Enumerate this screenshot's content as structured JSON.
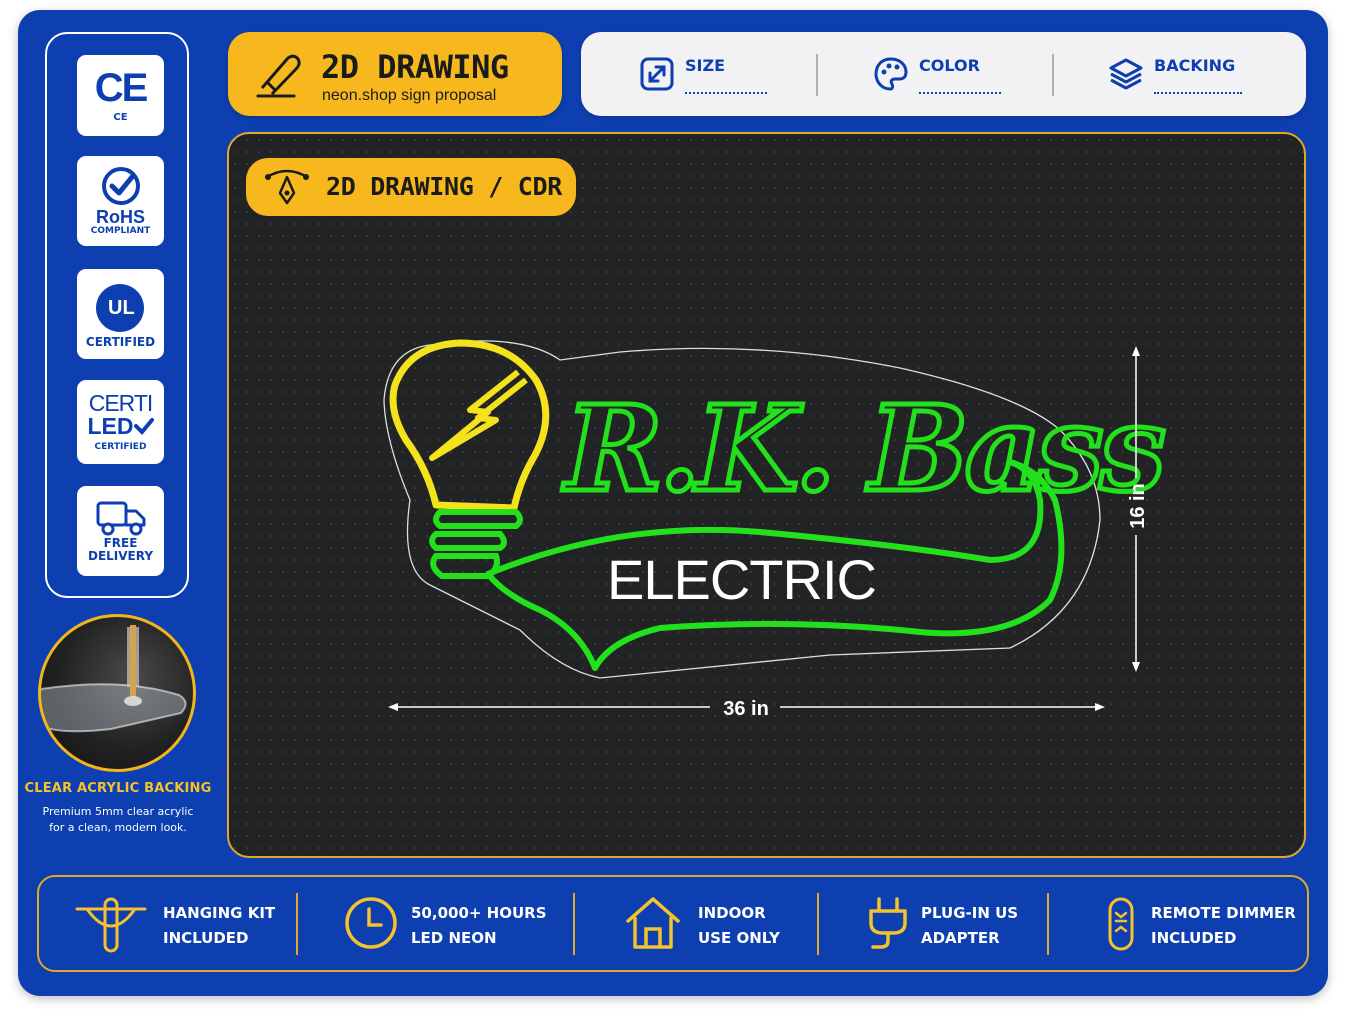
{
  "certifications": [
    {
      "key": "ce",
      "mark": "CE",
      "label": "CE"
    },
    {
      "key": "rohs",
      "mark": "RoHS",
      "label": "COMPLIANT"
    },
    {
      "key": "ul",
      "mark": "UL",
      "label": "CERTIFIED"
    },
    {
      "key": "certiled",
      "mark_top": "CERTI",
      "mark_bottom": "LED",
      "label": "CERTIFIED"
    },
    {
      "key": "delivery",
      "label_top": "FREE",
      "label_bottom": "DELIVERY"
    }
  ],
  "backing_feature": {
    "title": "CLEAR ACRYLIC BACKING",
    "description_line1": "Premium 5mm clear acrylic",
    "description_line2": "for a clean, modern look."
  },
  "header": {
    "title": "2D DRAWING",
    "subtitle": "neon.shop sign proposal"
  },
  "specs": [
    {
      "label": "SIZE",
      "icon": "resize-icon"
    },
    {
      "label": "COLOR",
      "icon": "palette-icon"
    },
    {
      "label": "BACKING",
      "icon": "layers-icon"
    }
  ],
  "drawing": {
    "badge": "2D DRAWING / CDR",
    "sign_name": "R.K. Bass",
    "sign_subtext": "ELECTRIC",
    "width_label": "36 in",
    "height_label": "16 in",
    "colors": {
      "bulb": "#f4e31c",
      "script": "#22e01b",
      "subtext": "#ffffff"
    }
  },
  "features": [
    {
      "line1": "HANGING KIT",
      "line2": "INCLUDED",
      "icon": "hanging-kit-icon"
    },
    {
      "line1": "50,000+ HOURS",
      "line2": "LED NEON",
      "icon": "clock-icon"
    },
    {
      "line1": "INDOOR",
      "line2": "USE ONLY",
      "icon": "house-icon"
    },
    {
      "line1": "PLUG-IN US",
      "line2": "ADAPTER",
      "icon": "plug-icon"
    },
    {
      "line1": "REMOTE DIMMER",
      "line2": "INCLUDED",
      "icon": "remote-icon"
    }
  ],
  "theme": {
    "primary": "#0d3fb0",
    "accent": "#f6b81c",
    "panel": "#222325"
  }
}
